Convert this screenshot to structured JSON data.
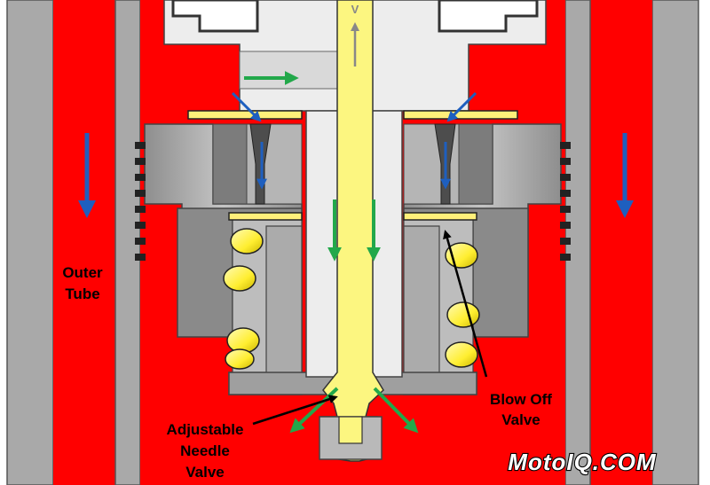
{
  "labels": {
    "outer_tube_line1": "Outer",
    "outer_tube_line2": "Tube",
    "blow_off_line1": "Blow Off",
    "blow_off_line2": "Valve",
    "needle_line1": "Adjustable",
    "needle_line2": "Needle",
    "needle_line3": "Valve",
    "velocity": "V"
  },
  "logo": {
    "text": "MotoIQ.COM"
  },
  "colors": {
    "fluid_red": "#ff0000",
    "wall_grey": "#a9a9a9",
    "body_grey": "#9a9a9a",
    "piston_white": "#ededed",
    "shaft_yellow": "#fcf680",
    "spring_yellow": "#ffee30",
    "flow_green": "#22a84a",
    "flow_blue": "#1e5fbf",
    "pointer_black": "#000000"
  }
}
